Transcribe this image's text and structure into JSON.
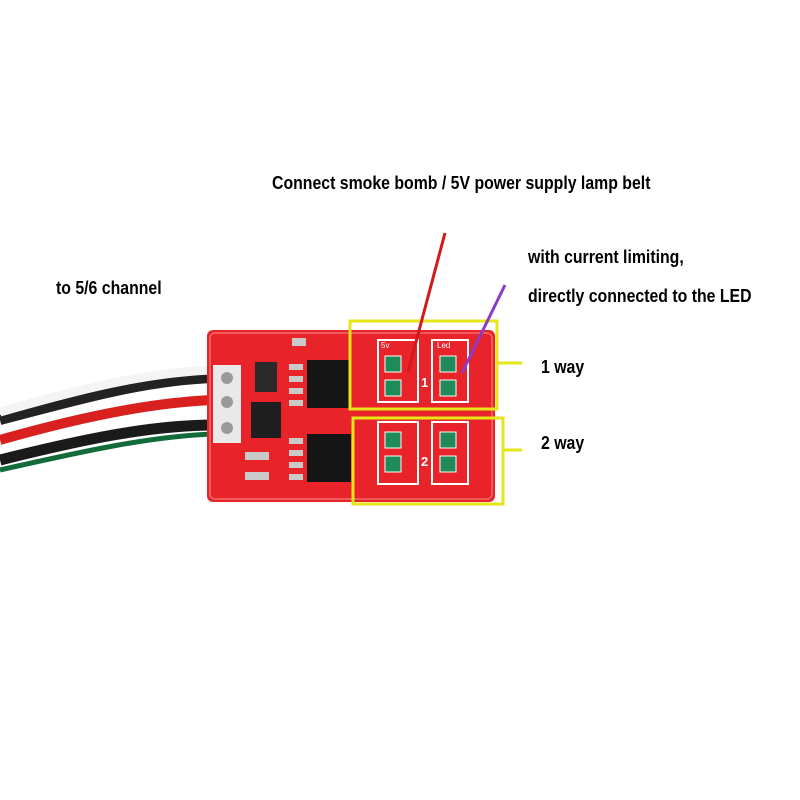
{
  "annotations": {
    "smoke_bomb": "Connect smoke bomb / 5V power supply lamp belt",
    "current_limit_1": "with current limiting,",
    "current_limit_2": "directly connected to the LED",
    "channel": "to 5/6 channel",
    "way_1": "1 way",
    "way_2": "2 way"
  },
  "board": {
    "silk_top_left": "5v",
    "silk_top_right": "Led",
    "channel_1": "1",
    "channel_2": "2"
  },
  "colors": {
    "pcb": "#e8232a",
    "highlight_box": "#e6e619",
    "arrow_red": "#d21a1a",
    "arrow_purple": "#8a3cc8",
    "pad": "#1f8a5a"
  }
}
